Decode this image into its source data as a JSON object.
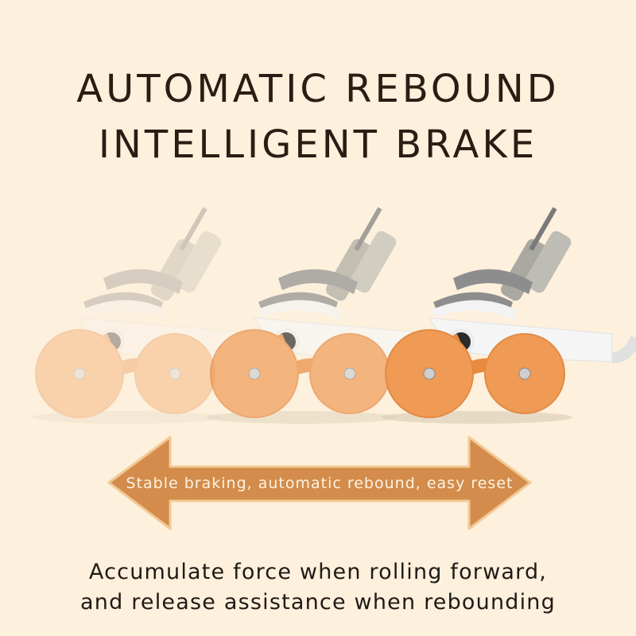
{
  "headline": {
    "line1": "AUTOMATIC REBOUND",
    "line2": "INTELLIGENT BRAKE"
  },
  "product_scene": {
    "description": "Three overlapping ab wheel rollers with orange wheels and white frames, fading from left (transparent) to right (solid), illustrating rolling motion",
    "frames": [
      {
        "name": "roller-frame-1",
        "opacity": 0.35
      },
      {
        "name": "roller-frame-2",
        "opacity": 0.7
      },
      {
        "name": "roller-frame-3",
        "opacity": 1.0
      }
    ],
    "colors": {
      "wheel": "#ef9a55",
      "frame": "#f4f4f4",
      "pad": "#8c8c8c",
      "handle": "#a8a8a0"
    }
  },
  "arrow_banner": {
    "label": "Stable braking, automatic rebound, easy reset",
    "color": "#d38c4b",
    "border": "#f2c995"
  },
  "caption": {
    "line1": "Accumulate force when rolling forward,",
    "line2": "and release assistance when rebounding"
  },
  "colors": {
    "background": "#fdf0dc",
    "headline_text": "#2a1d14",
    "caption_text": "#1f1a17",
    "arrow_text": "#fdf3e3"
  }
}
